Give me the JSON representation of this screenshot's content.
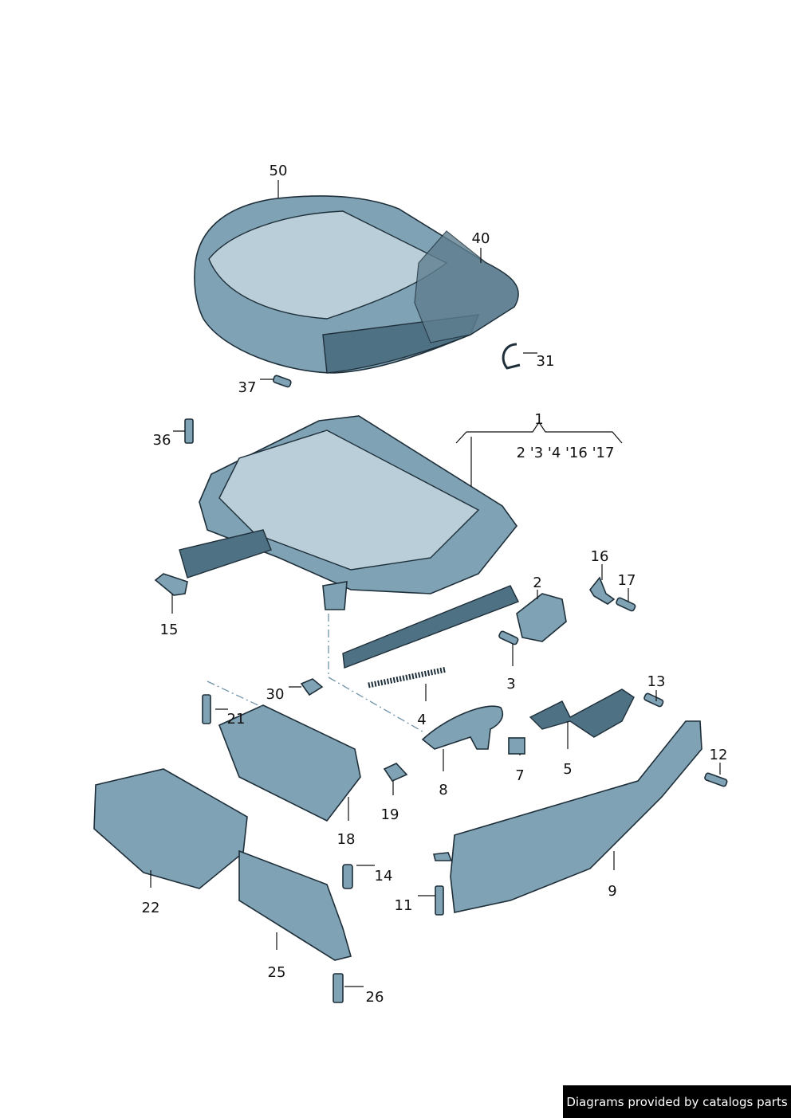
{
  "diagram": {
    "part_labels": {
      "p50": "50",
      "p40": "40",
      "p31": "31",
      "p37": "37",
      "p36": "36",
      "p1": "1",
      "p1_includes": "2 '3 '4 '16 '17",
      "p16": "16",
      "p17": "17",
      "p2": "2",
      "p15": "15",
      "p3": "3",
      "p30": "30",
      "p13": "13",
      "p21": "21",
      "p4": "4",
      "p12": "12",
      "p7": "7",
      "p5": "5",
      "p8": "8",
      "p19": "19",
      "p18": "18",
      "p14": "14",
      "p22": "22",
      "p11": "11",
      "p9": "9",
      "p25": "25",
      "p26": "26"
    },
    "colors": {
      "part": "#7fa2b4",
      "outline": "#1e2f3a",
      "credit_bg": "#000000"
    }
  },
  "footer": {
    "credit": "Diagrams provided by catalogs parts"
  }
}
